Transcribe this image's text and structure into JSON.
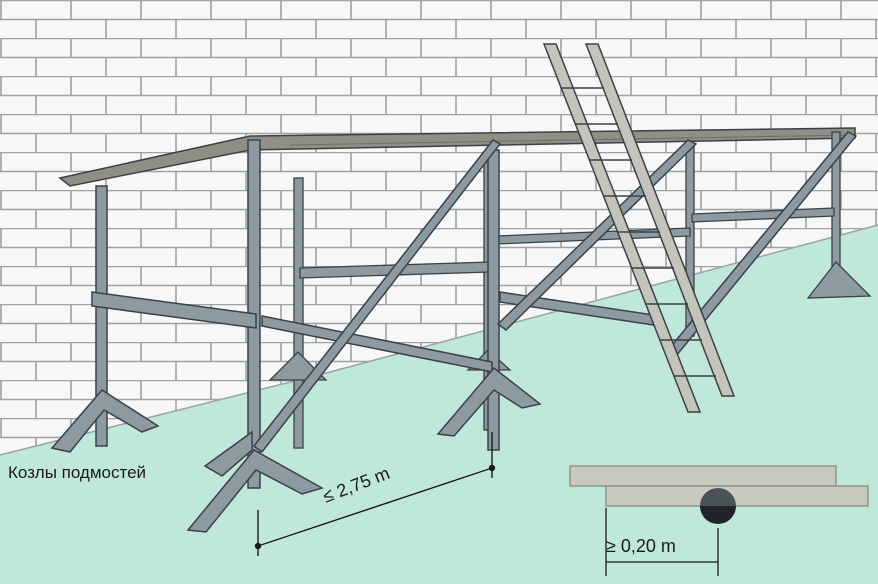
{
  "labels": {
    "trestle": "Козлы подмостей",
    "max_span": "≤ 2,75 m",
    "min_overlap": "≥ 0,20 m"
  },
  "colors": {
    "wall": "#f7f7f7",
    "mortar": "#9aa3a6",
    "ground": "#bfe8da",
    "steel": "#8e9aa1",
    "steel_dark": "#3b4146",
    "deck": "#8f8f86",
    "board": "#c9c9c0",
    "ladder": "#c4c4bc"
  },
  "icons": [
    "brick-wall-icon",
    "scaffold-trestle-icon",
    "ladder-icon",
    "board-overlap-icon"
  ]
}
